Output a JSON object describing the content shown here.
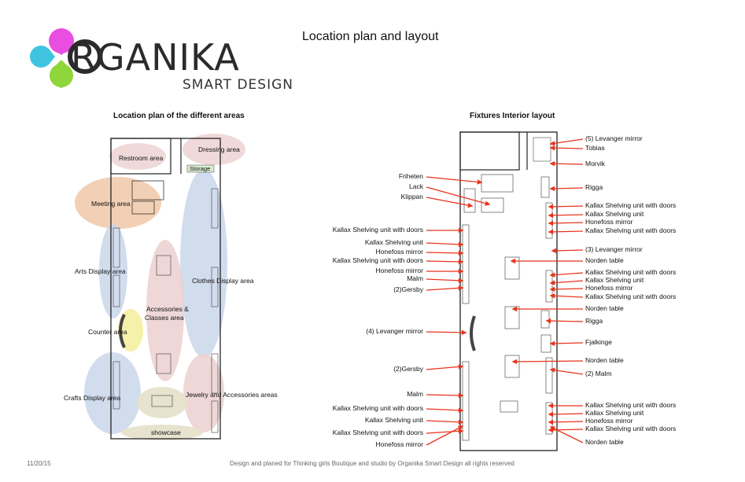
{
  "logo": {
    "word": "RGANIKA",
    "sub": "SMART DESIGN",
    "colors": {
      "magenta": "#e94ee0",
      "cyan": "#3fc4e0",
      "green": "#8ed63a"
    }
  },
  "title": "Location plan  and layout",
  "left_plan": {
    "title": "Location plan of the different areas",
    "areas": [
      {
        "id": "restroom",
        "label": "Restroom area"
      },
      {
        "id": "dressing",
        "label": "Dressing area"
      },
      {
        "id": "storage",
        "label": "Storage"
      },
      {
        "id": "meeting",
        "label": "Meeting area"
      },
      {
        "id": "arts",
        "label": "Arts Display area"
      },
      {
        "id": "clothes",
        "label": "Clothes Display area"
      },
      {
        "id": "accessories1",
        "label": "Accessories &"
      },
      {
        "id": "accessories2",
        "label": "Classes area"
      },
      {
        "id": "counter",
        "label": "Counter area"
      },
      {
        "id": "crafts",
        "label": "Crafts Display area"
      },
      {
        "id": "jewelry",
        "label": "Jewelry  and Accessories areas"
      },
      {
        "id": "showcase",
        "label": "showcase"
      }
    ]
  },
  "right_plan": {
    "title": "Fixtures Interior layout",
    "left_labels": [
      "Friheten",
      "Lack",
      "Klippan",
      "Kallax Shelving unit with doors",
      "Kallax Shelving unit",
      "Honefoss mirror",
      "Kallax Shelving unit with doors",
      "Honefoss mirror",
      "Malm",
      "(2)Gersby",
      "(4) Levanger mirror",
      "(2)Gersby",
      "Malm",
      "Kallax Shelving unit with doors",
      "Kallax Shelving unit",
      "Kallax Shelving unit with doors",
      "Honefoss mirror"
    ],
    "right_labels": [
      "(5) Levanger mirror",
      "Tobias",
      "Morvik",
      "Rigga",
      "Kallax Shelving unit with doors",
      "Kallax Shelving unit",
      "Honefoss mirror",
      "Kallax Shelving unit with doors",
      "(3) Levanger mirror",
      "Norden table",
      "Kallax Shelving unit with doors",
      "Kallax Shelving unit",
      "Honefoss mirror",
      "Kallax Shelving unit with doors",
      "Norden table",
      "Rigga",
      "Fjalkinge",
      "Norden table",
      "(2) Malm",
      "Kallax Shelving unit with doors",
      "Kallax Shelving unit",
      "Honefoss mirror",
      "Kallax Shelving unit with doors",
      "Norden table"
    ]
  },
  "footer": {
    "date": "11/20/15",
    "credit": "Design and planed for Thinking girls Boutique and studio  by Organika Smart Design all rights reserved"
  },
  "colors": {
    "arrow": "#e8341c",
    "zone_blue": "#c9d6ea",
    "zone_pink": "#ecd0d0",
    "zone_orange": "#f0c8a8",
    "zone_yellow": "#f5f0a0",
    "zone_olive": "#e6e2cc"
  }
}
